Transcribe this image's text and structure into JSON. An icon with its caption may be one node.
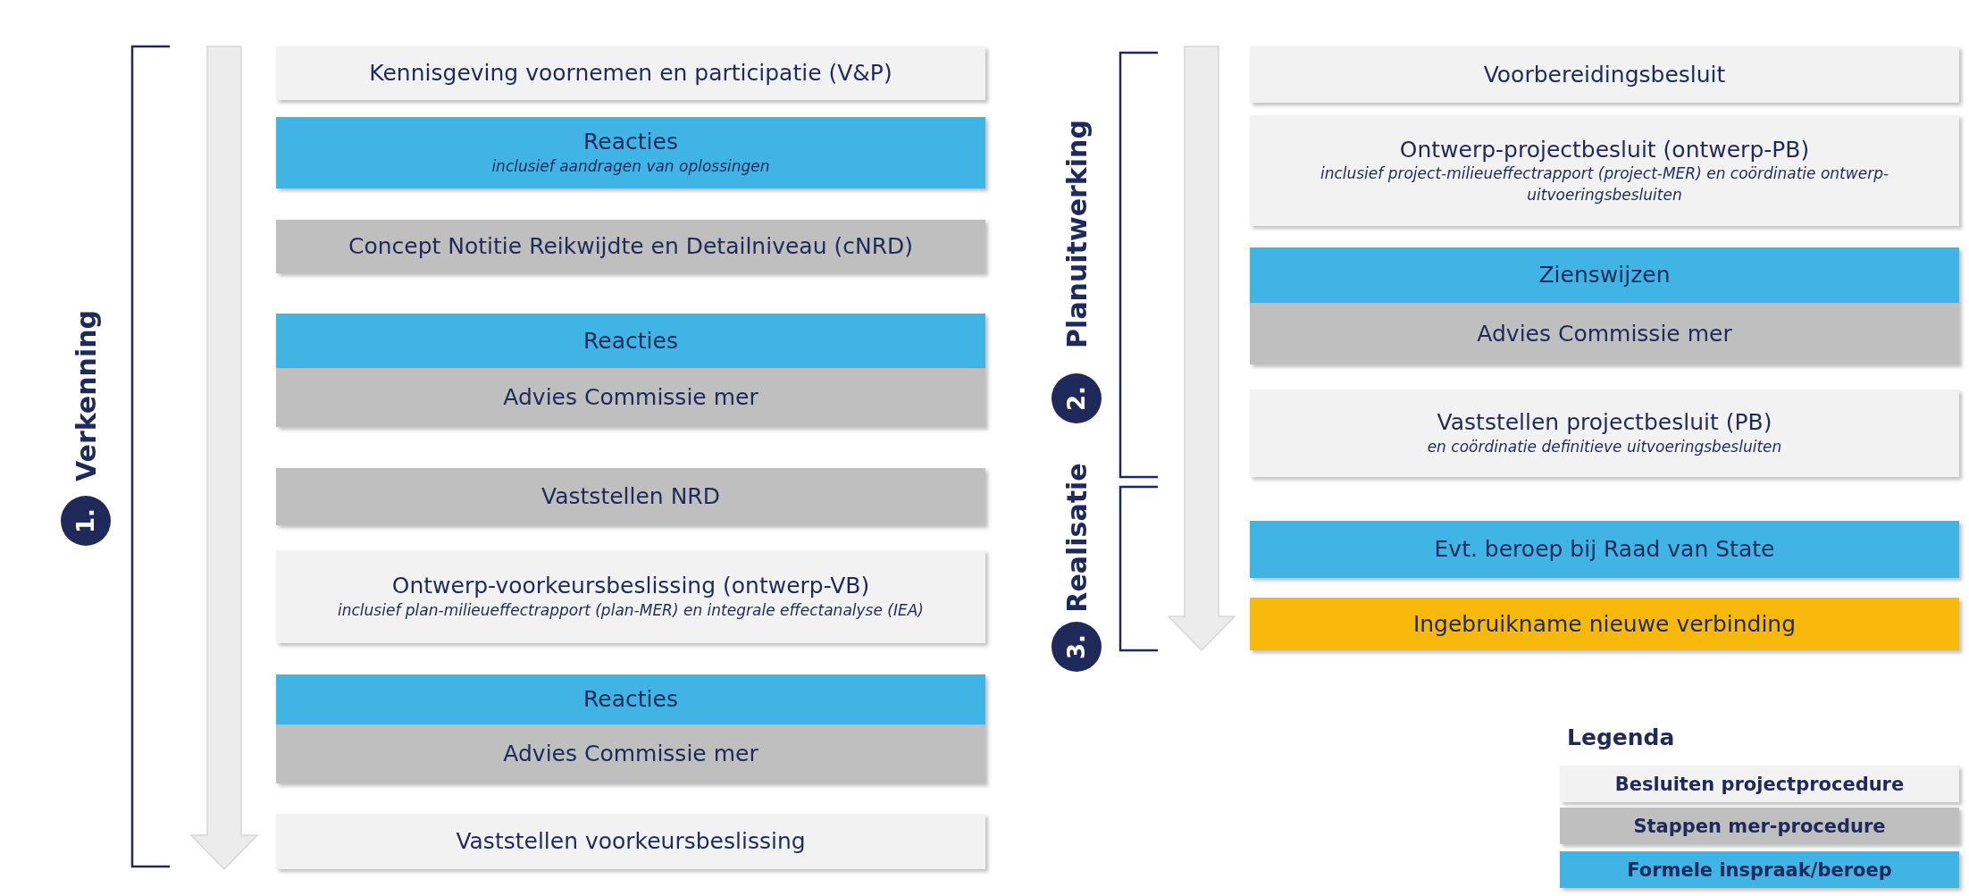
{
  "diagram": {
    "nodes": [
      {
        "text": [
          "Kennisgeving voornemen en participatie (V&P)"
        ]
      },
      {
        "text": [
          "Reacties",
          "inclusief aandragen van oplossingen"
        ]
      },
      {
        "text": [
          "Concept Notitie Reikwijdte en Detailniveau (cNRD)"
        ]
      },
      {
        "text": [
          "Reacties"
        ]
      },
      {
        "text": [
          "Advies Commissie mer"
        ]
      },
      {
        "text": [
          "Vaststellen NRD"
        ]
      },
      {
        "text": [
          "Ontwerp-voorkeursbeslissing (ontwerp-VB)",
          "inclusief plan-milieueffectrapport (plan-MER) en integrale effectanalyse (IEA)"
        ]
      },
      {
        "text": [
          "Reacties"
        ]
      },
      {
        "text": [
          "Advies Commissie mer"
        ]
      },
      {
        "text": [
          "Vaststellen voorkeursbeslissing"
        ]
      },
      {
        "text": [
          "Voorbereidingsbesluit"
        ]
      },
      {
        "text": [
          "Ontwerp-projectbesluit (ontwerp-PB)",
          "inclusief project-milieueffectrapport (project-MER) en coördinatie ontwerp-uitvoeringsbesluiten"
        ]
      },
      {
        "text": [
          "Zienswijzen"
        ]
      },
      {
        "text": [
          "Advies Commissie mer"
        ]
      },
      {
        "text": [
          "Vaststellen projectbesluit (PB)",
          "en coördinatie definitieve uitvoeringsbesluiten"
        ]
      },
      {
        "text": [
          "Evt. beroep bij Raad van State"
        ]
      },
      {
        "text": [
          "Ingebruikname nieuwe verbinding"
        ]
      }
    ],
    "labels": [
      "1.",
      "Verkenning",
      "2.",
      "Planuitwerking",
      "3.",
      "Realisatie",
      "Legenda"
    ],
    "legend": [
      {
        "text": "Besluiten projectprocedure",
        "color": "#f2f2f2"
      },
      {
        "text": "Stappen mer-procedure",
        "color": "#bfbfbf"
      },
      {
        "text": "Formele inspraak/beroep",
        "color": "#41b4e6"
      }
    ]
  }
}
